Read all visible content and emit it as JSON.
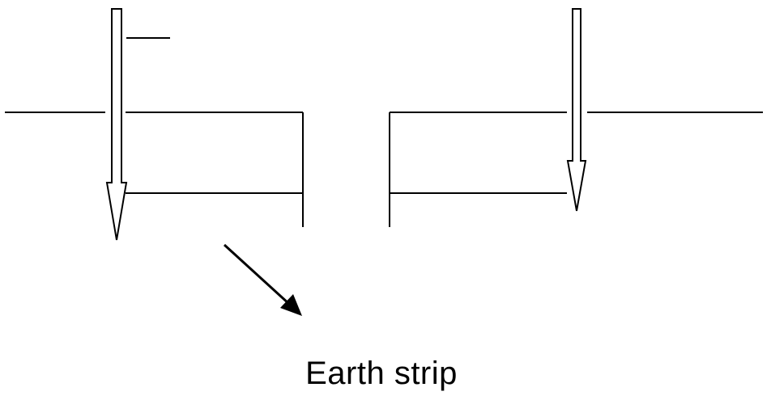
{
  "diagram": {
    "caption": "Earth strip",
    "colors": {
      "stroke": "#000000",
      "background": "#ffffff"
    },
    "components": [
      "left-earth-rod",
      "right-earth-rod",
      "ground-line",
      "earth-strip-trench",
      "pointer-arrow"
    ]
  }
}
